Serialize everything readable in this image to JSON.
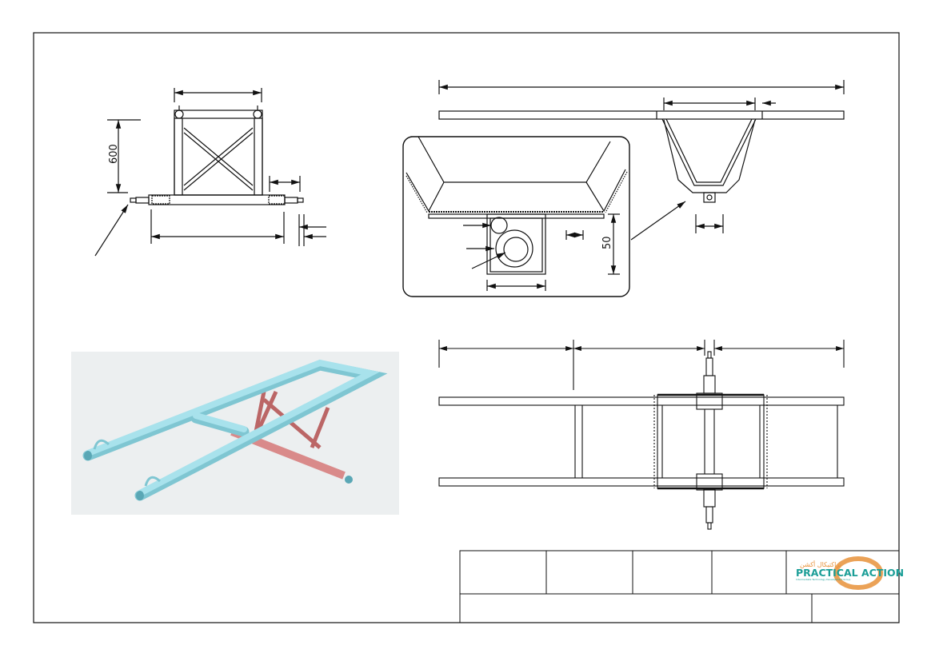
{
  "dimensions": {
    "height_label": "600",
    "detail_height_label": "50"
  },
  "logo": {
    "name": "PRACTICAL ACTION",
    "arabic": "براكتيكال أكشن",
    "subtitle": "Intermediate Technology Development Group"
  },
  "colors": {
    "tube": "#9fdbe6",
    "frame": "#d98a8a",
    "logo_teal": "#1b9e97",
    "logo_orange": "#e8923a",
    "render_bg": "#eceff0"
  }
}
